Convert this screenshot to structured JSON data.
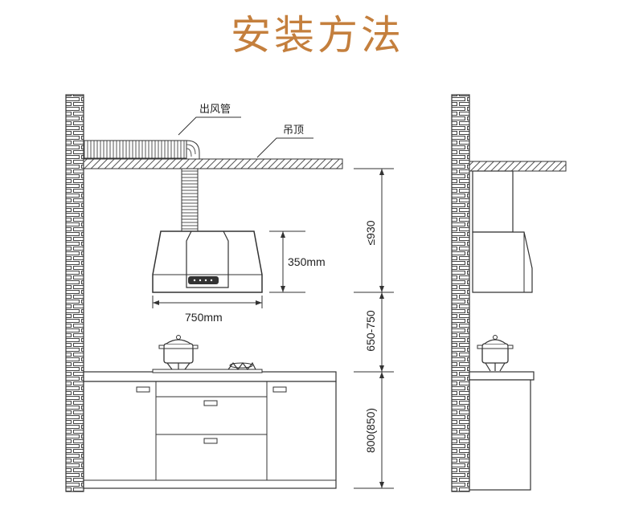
{
  "title": "安装方法",
  "labels": {
    "duct": "出风管",
    "ceiling": "吊顶"
  },
  "dimensions": {
    "hood_height": "350mm",
    "hood_width": "750mm",
    "top_gap": "≤930",
    "hood_to_stove": "650-750",
    "counter_height": "800(850)"
  },
  "colors": {
    "title": "#c47f3d",
    "line": "#333333",
    "brick": "#444444"
  }
}
